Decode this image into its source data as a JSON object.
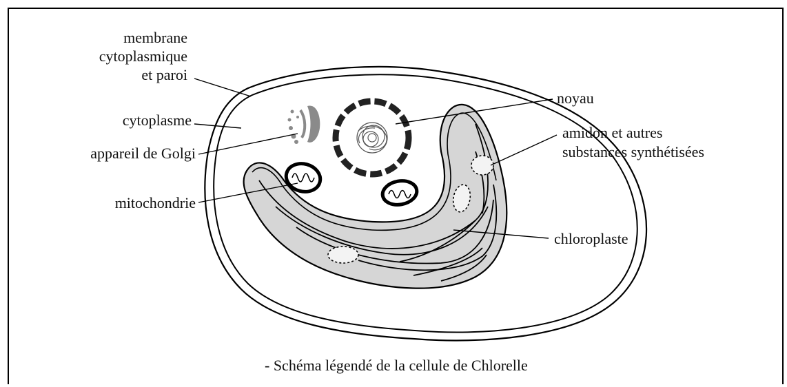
{
  "diagram": {
    "labels": {
      "membrane_line1": "membrane",
      "membrane_line2": "cytoplasmique",
      "membrane_line3": "et paroi",
      "cytoplasme": "cytoplasme",
      "golgi": "appareil de Golgi",
      "mitochondrie": "mitochondrie",
      "noyau": "noyau",
      "amidon_line1": "amidon et autres",
      "amidon_line2": "substances synthétisées",
      "chloroplaste": "chloroplaste"
    },
    "caption": "- Schéma légendé de la cellule de Chlorelle"
  }
}
